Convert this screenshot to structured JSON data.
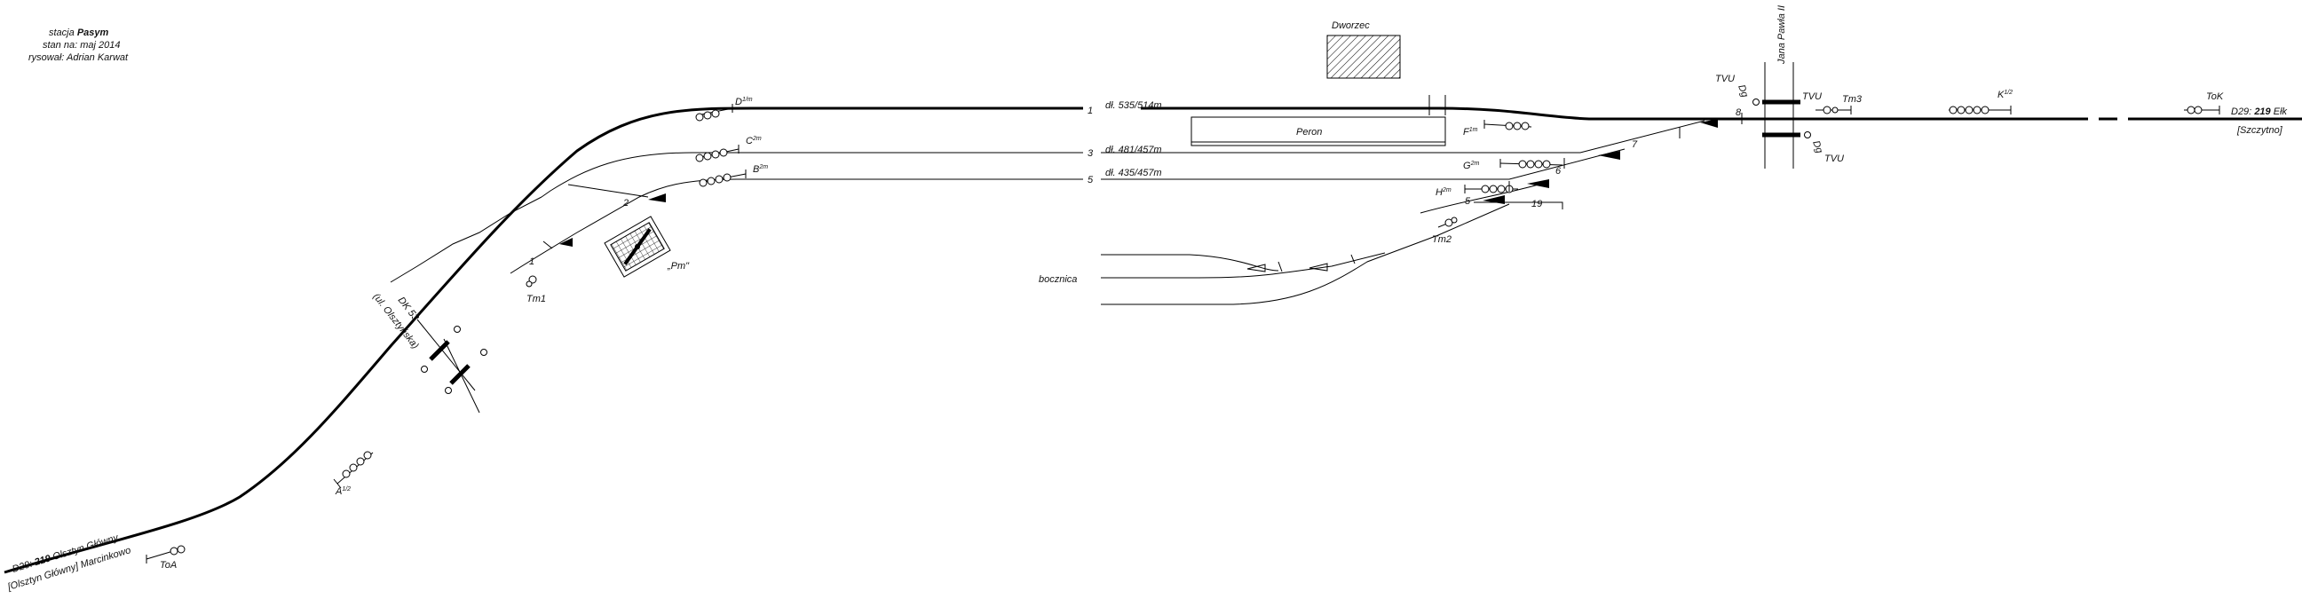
{
  "header": {
    "station_line_prefix": "stacja",
    "station_name": "Pasym",
    "state_line": "stan na: maj 2014",
    "author_line": "rysował: Adrian Karwat"
  },
  "buildings": {
    "station_building_label": "Dworzec",
    "platform_label": "Peron"
  },
  "roads": {
    "street_label": "Jana Pawła II",
    "dk53_label": "DK 53",
    "dk53_street_label": "(ul. Olsztyńska)"
  },
  "tracks": [
    {
      "number": "1",
      "length": "dł. 535/514m"
    },
    {
      "number": "3",
      "length": "dł. 481/457m"
    },
    {
      "number": "5",
      "length": "dł. 435/457m"
    },
    {
      "number": "19",
      "length": ""
    }
  ],
  "switches": [
    "1",
    "2",
    "5",
    "6",
    "7",
    "8"
  ],
  "signals": {
    "A": {
      "base": "A",
      "sup": "1/2"
    },
    "B": {
      "base": "B",
      "sup": "2m"
    },
    "C": {
      "base": "C",
      "sup": "2m"
    },
    "D": {
      "base": "D",
      "sup": "1/m"
    },
    "F": {
      "base": "F",
      "sup": "1m"
    },
    "G": {
      "base": "G",
      "sup": "2m"
    },
    "H": {
      "base": "H",
      "sup": "2m"
    },
    "K": {
      "base": "K",
      "sup": "1/2"
    },
    "ToA": "ToA",
    "ToK": "ToK",
    "Tm1": "Tm1",
    "Tm2": "Tm2",
    "Tm3": "Tm3",
    "Pm": "„Pm\""
  },
  "crossing": {
    "tvu_top_left": "TVU",
    "tvu_top_right": "TVU",
    "tvu_bottom_right": "TVU",
    "dg_top": "Dg",
    "dg_bottom": "Dg"
  },
  "siding_label": "bocznica",
  "ends": {
    "west_line_prefix": "D29:",
    "west_line_number": "219",
    "west_line_dest": "Olsztyn Główny",
    "west_next": "[Olsztyn Główny] Marcinkowo",
    "east_line_prefix": "D29:",
    "east_line_number": "219",
    "east_line_dest": "Ełk",
    "east_next": "[Szczytno]"
  }
}
